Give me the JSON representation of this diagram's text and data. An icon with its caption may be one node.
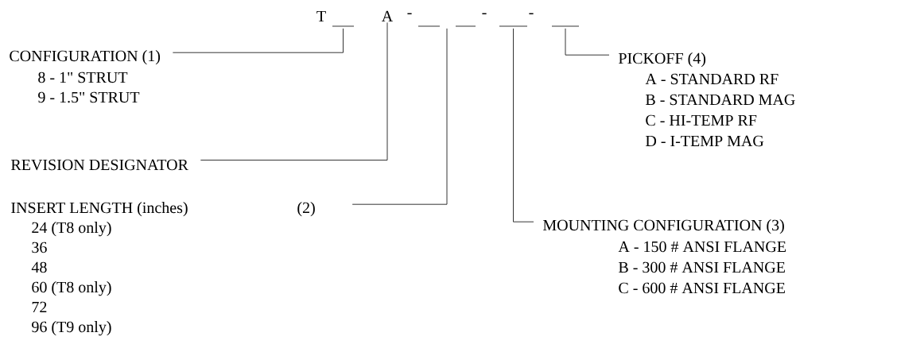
{
  "diagram": {
    "nodes": [
      {
        "text": [
          "CONFIGURATION (1)",
          "8 - 1\" STRUT",
          "9 - 1.5\" STRUT"
        ]
      },
      {
        "text": [
          "REVISION DESIGNATOR"
        ]
      },
      {
        "text": [
          "INSERT LENGTH (inches)",
          "(2)",
          "24 (T8 only)",
          "36",
          "48",
          "60 (T8 only)",
          "72",
          "96 (T9 only)"
        ]
      },
      {
        "text": [
          "MOUNTING CONFIGURATION (3)",
          "A - 150 # ANSI FLANGE",
          "B - 300 # ANSI FLANGE",
          "C - 600 # ANSI FLANGE"
        ]
      },
      {
        "text": [
          "PICKOFF (4)",
          "A - STANDARD RF",
          "B - STANDARD MAG",
          "C - HI-TEMP RF",
          "D - I-TEMP MAG"
        ]
      },
      {
        "text": [],
        "shape": "bar"
      },
      {
        "text": [
          "A"
        ]
      },
      {
        "text": [],
        "shape": "bar"
      },
      {
        "text": [],
        "shape": "bar"
      },
      {
        "text": [],
        "shape": "bar"
      }
    ],
    "edges": [
      {
        "from": 0,
        "to": 5,
        "arrow": "none"
      },
      {
        "from": 1,
        "to": 6,
        "arrow": "none"
      },
      {
        "from": 2,
        "to": 7,
        "arrow": "none"
      },
      {
        "from": 3,
        "to": 8,
        "arrow": "none"
      },
      {
        "from": 4,
        "to": 9,
        "arrow": "none"
      }
    ],
    "labels": [
      "T",
      "-",
      "-",
      "-"
    ]
  }
}
